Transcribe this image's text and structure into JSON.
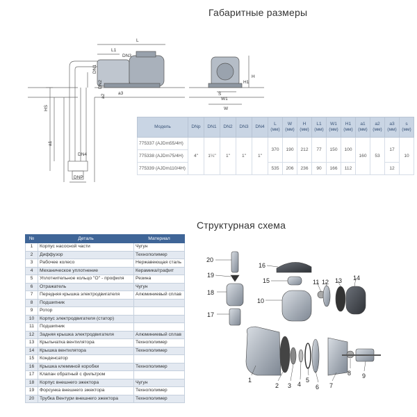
{
  "dimensions": {
    "title": "Габаритные размеры",
    "headers": [
      "Модель",
      "DNp",
      "DN1",
      "DN2",
      "DN3",
      "DN4",
      "L (мм)",
      "W (мм)",
      "H (мм)",
      "L1 (мм)",
      "W1 (мм)",
      "H1 (мм)",
      "a1 (мм)",
      "a2 (мм)",
      "a3 (мм)",
      "s (мм)"
    ],
    "rows": [
      {
        "model": "775337 (AJDm55/4H)",
        "L": "370",
        "W": "190",
        "H": "212",
        "L1": "77",
        "W1": "150",
        "H1": "100",
        "a3": "17"
      },
      {
        "model": "775338 (AJDm75/4H)",
        "L": "",
        "W": "",
        "H": "",
        "L1": "",
        "W1": "",
        "H1": "",
        "a3": ""
      },
      {
        "model": "775339 (AJDm110/4H)",
        "L": "535",
        "W": "206",
        "H": "236",
        "L1": "90",
        "W1": "166",
        "H1": "112",
        "a3": "12"
      }
    ],
    "shared": {
      "DNp": "4\"",
      "DN1": "1¼\"",
      "DN2": "1\"",
      "DN3": "1\"",
      "DN4": "1\"",
      "a1": "160",
      "a2": "53",
      "s": "10"
    }
  },
  "drawing_labels": {
    "L": "L",
    "L1": "L1",
    "DN3": "DN3",
    "DN1": "DN1",
    "DN2": "DN2",
    "a2": "a2",
    "a3": "a3",
    "HS": "HS",
    "a1": "a1",
    "DN4": "DN4",
    "DNP": "DNP",
    "H": "H",
    "H1": "H1",
    "S": "S",
    "W1": "W1",
    "W": "W"
  },
  "structure": {
    "title": "Структурная схема",
    "headers": [
      "№",
      "Деталь",
      "Материал"
    ],
    "parts": [
      {
        "n": "1",
        "name": "Корпус насосной части",
        "material": "Чугун"
      },
      {
        "n": "2",
        "name": "Диффузор",
        "material": "Технополимер"
      },
      {
        "n": "3",
        "name": "Рабочее колесо",
        "material": "Нержавеющая сталь"
      },
      {
        "n": "4",
        "name": "Механическое уплотнение",
        "material": "Керамика/графит"
      },
      {
        "n": "5",
        "name": "Уплотнительное кольцо \"О\" - профиля",
        "material": "Резина"
      },
      {
        "n": "6",
        "name": "Отражатель",
        "material": "Чугун"
      },
      {
        "n": "7",
        "name": "Передняя крышка электродвигателя",
        "material": "Алюминиевый сплав"
      },
      {
        "n": "8",
        "name": "Подшипник",
        "material": ""
      },
      {
        "n": "9",
        "name": "Ротор",
        "material": ""
      },
      {
        "n": "10",
        "name": "Корпус электродвигателя (статор)",
        "material": ""
      },
      {
        "n": "11",
        "name": "Подшипник",
        "material": ""
      },
      {
        "n": "12",
        "name": "Задняя крышка электродвигателя",
        "material": "Алюминиевый сплав"
      },
      {
        "n": "13",
        "name": "Крыльчатка вентилятора",
        "material": "Технополимер"
      },
      {
        "n": "14",
        "name": "Крышка вентилятора",
        "material": "Технополимер"
      },
      {
        "n": "15",
        "name": "Конденсатор",
        "material": ""
      },
      {
        "n": "16",
        "name": "Крышка клеммной коробки",
        "material": "Технополимер"
      },
      {
        "n": "17",
        "name": "Клапан обратный с фильтром",
        "material": ""
      },
      {
        "n": "18",
        "name": "Корпус внешнего эжектора",
        "material": "Чугун"
      },
      {
        "n": "19",
        "name": "Форсунка внешнего эжектора",
        "material": "Технополимер"
      },
      {
        "n": "20",
        "name": "Трубка Вентури внешнего эжектора",
        "material": "Технополимер"
      }
    ],
    "callouts": [
      "1",
      "2",
      "3",
      "4",
      "5",
      "6",
      "7",
      "8",
      "9",
      "10",
      "11",
      "12",
      "13",
      "14",
      "15",
      "16",
      "17",
      "18",
      "19",
      "20"
    ]
  }
}
